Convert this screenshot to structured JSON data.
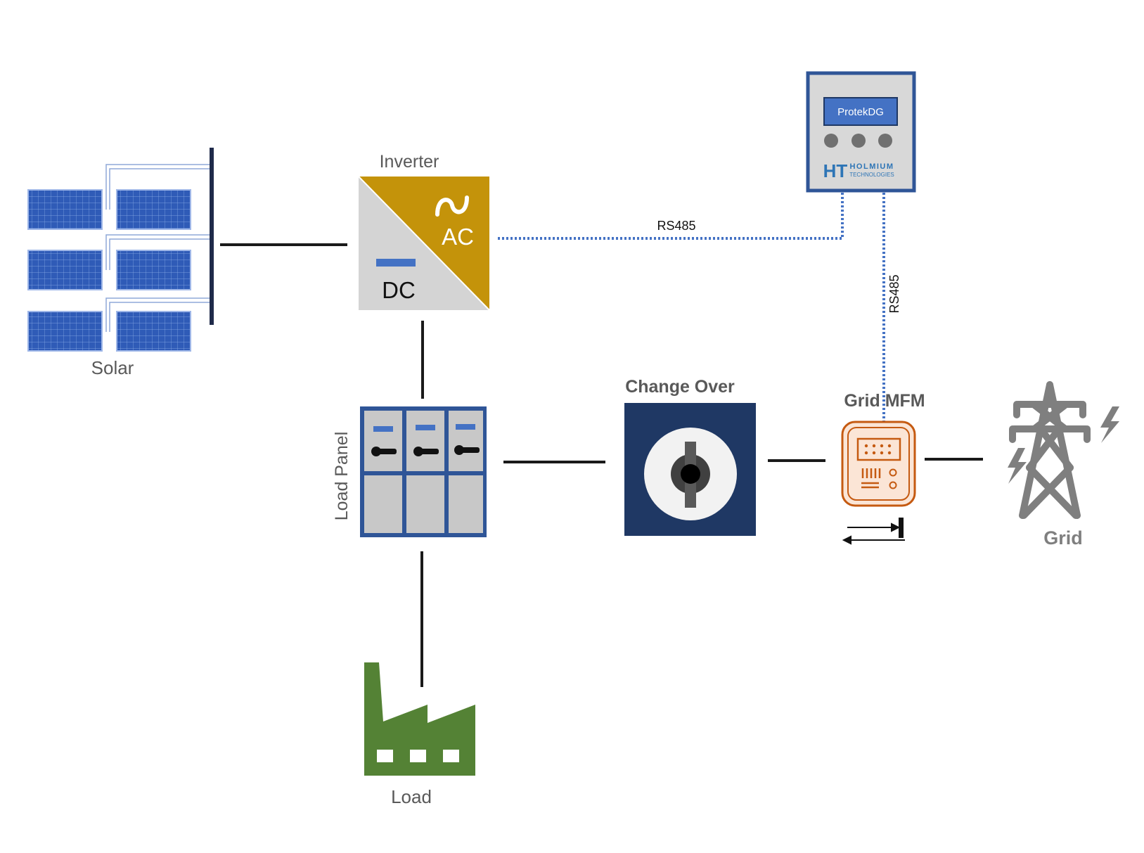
{
  "labels": {
    "solar": "Solar",
    "inverter": "Inverter",
    "inverter_ac": "AC",
    "inverter_dc": "DC",
    "load_panel": "Load Panel",
    "load": "Load",
    "change_over": "Change Over",
    "grid_mfm": "Grid MFM",
    "grid": "Grid"
  },
  "controller": {
    "screen_text": "ProtekDG",
    "brand_line1": "HOLMIUM",
    "brand_line2": "TECHNOLOGIES",
    "brand_mark": "HT"
  },
  "links": {
    "inverter_to_controller": "RS485",
    "mfm_to_controller": "RS485"
  },
  "colors": {
    "solar_panel": "#2f5bb7",
    "inverter_ac": "#c4930a",
    "inverter_dc": "#d4d4d4",
    "change_over": "#1f3864",
    "mfm": "#c55a11",
    "load": "#548235",
    "grid_tower": "#7f7f7f",
    "rs485_line": "#4472c4",
    "controller_screen": "#4472c4"
  }
}
